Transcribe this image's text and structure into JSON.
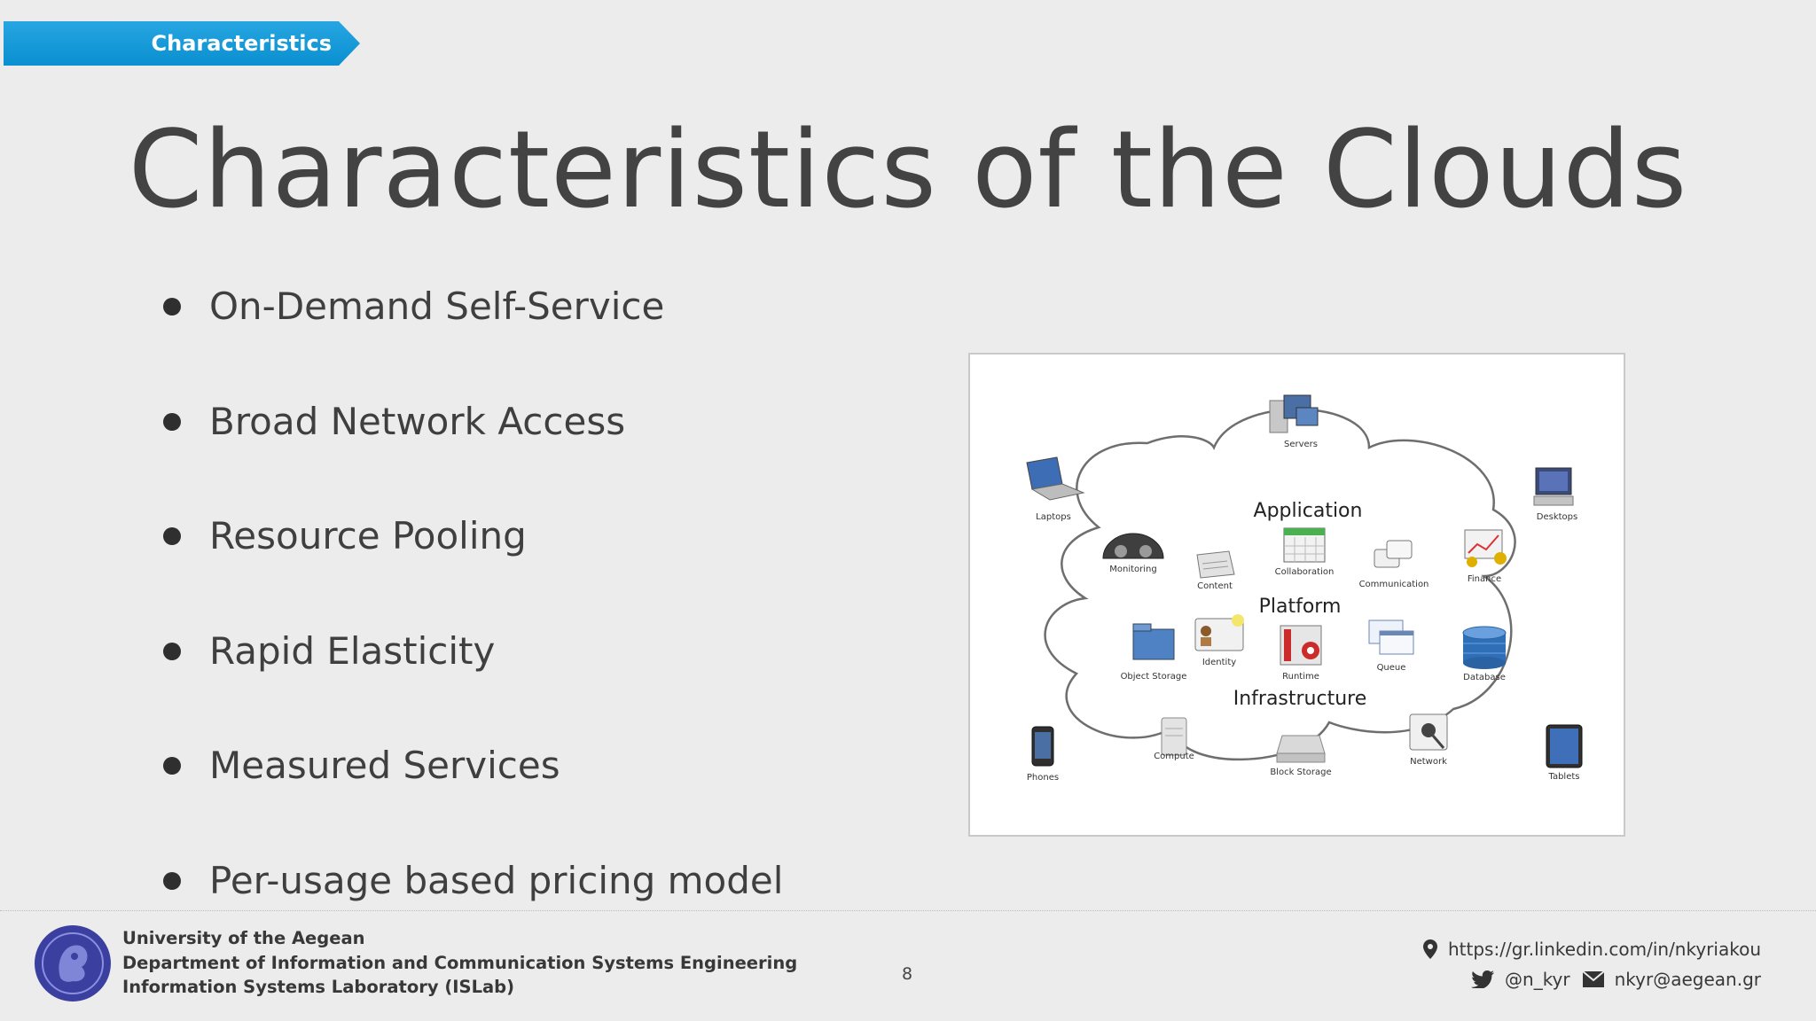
{
  "section_tab": {
    "label": "Characteristics"
  },
  "slide": {
    "title": "Characteristics of the Clouds",
    "bullets": [
      "On-Demand Self-Service",
      "Broad Network Access",
      "Resource Pooling",
      "Rapid Elasticity",
      "Measured Services",
      "Per-usage based pricing model"
    ]
  },
  "diagram": {
    "layers": {
      "application": "Application",
      "platform": "Platform",
      "infrastructure": "Infrastructure"
    },
    "items": {
      "servers": "Servers",
      "laptops": "Laptops",
      "desktops": "Desktops",
      "monitoring": "Monitoring",
      "content": "Content",
      "collaboration": "Collaboration",
      "communication": "Communication",
      "finance": "Finance",
      "identity": "Identity",
      "object_storage": "Object Storage",
      "runtime": "Runtime",
      "queue": "Queue",
      "database": "Database",
      "compute": "Compute",
      "block_storage": "Block Storage",
      "network": "Network",
      "phones": "Phones",
      "tablets": "Tablets"
    }
  },
  "footer": {
    "university": "University of the Aegean",
    "department": "Department of Information and Communication Systems Engineering",
    "lab": "Information Systems Laboratory (ISLab)",
    "page_number": "8",
    "linkedin": "https://gr.linkedin.com/in/nkyriakou",
    "twitter": "@n_kyr",
    "email": "nkyr@aegean.gr"
  },
  "colors": {
    "accent": "#0a8fd0",
    "background": "#ececec",
    "title": "#434343"
  }
}
